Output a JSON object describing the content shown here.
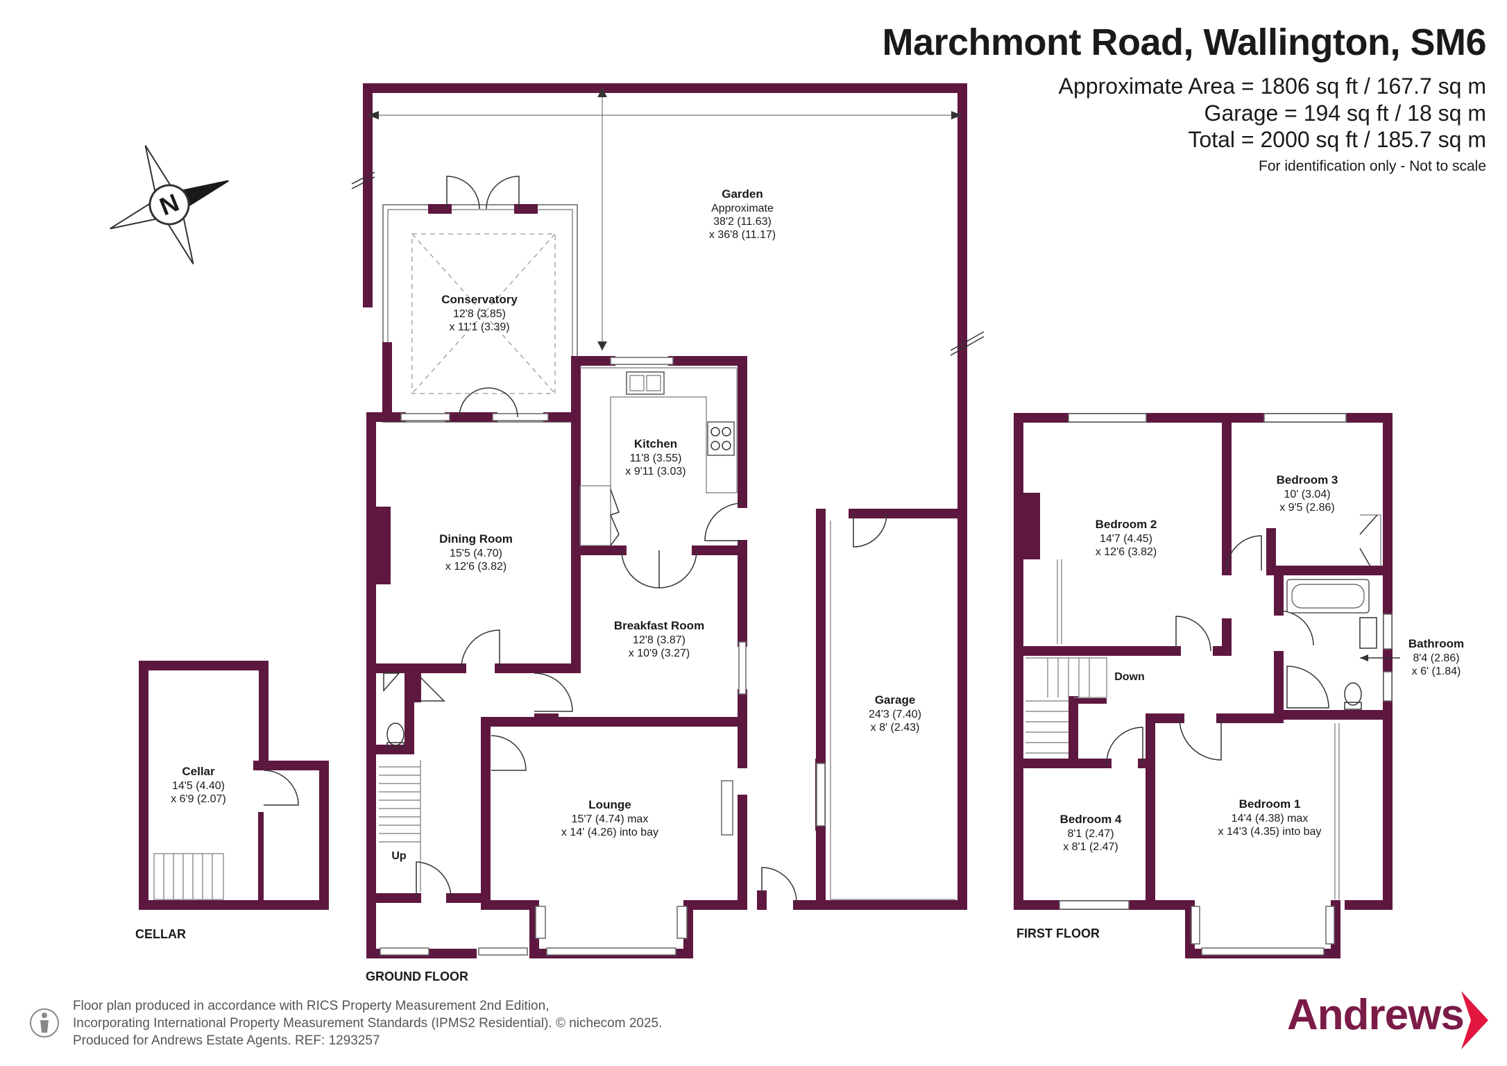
{
  "header": {
    "title": "Marchmont Road, Wallington, SM6",
    "area_lines": [
      "Approximate Area = 1806 sq ft / 167.7 sq m",
      "Garage = 194 sq ft / 18 sq m",
      "Total = 2000 sq ft / 185.7 sq m"
    ],
    "note": "For identification only - Not to scale"
  },
  "colors": {
    "wall": "#5e1840",
    "brand": "#7b1b47",
    "accent": "#e2173f"
  },
  "floors": {
    "cellar": "CELLAR",
    "ground": "GROUND FLOOR",
    "first": "FIRST FLOOR"
  },
  "rooms": {
    "garden": {
      "name": "Garden",
      "lines": [
        "Approximate",
        "38'2 (11.63)",
        "x 36'8 (11.17)"
      ]
    },
    "conservatory": {
      "name": "Conservatory",
      "lines": [
        "12'8 (3.85)",
        "x 11'1 (3.39)"
      ]
    },
    "kitchen": {
      "name": "Kitchen",
      "lines": [
        "11'8 (3.55)",
        "x 9'11 (3.03)"
      ]
    },
    "dining": {
      "name": "Dining Room",
      "lines": [
        "15'5 (4.70)",
        "x 12'6 (3.82)"
      ]
    },
    "breakfast": {
      "name": "Breakfast Room",
      "lines": [
        "12'8 (3.87)",
        "x 10'9 (3.27)"
      ]
    },
    "lounge": {
      "name": "Lounge",
      "lines": [
        "15'7 (4.74) max",
        "x 14' (4.26) into bay"
      ]
    },
    "garage": {
      "name": "Garage",
      "lines": [
        "24'3 (7.40)",
        "x 8' (2.43)"
      ]
    },
    "cellar": {
      "name": "Cellar",
      "lines": [
        "14'5 (4.40)",
        "x 6'9 (2.07)"
      ]
    },
    "bedroom2": {
      "name": "Bedroom 2",
      "lines": [
        "14'7 (4.45)",
        "x 12'6 (3.82)"
      ]
    },
    "bedroom3": {
      "name": "Bedroom 3",
      "lines": [
        "10' (3.04)",
        "x 9'5 (2.86)"
      ]
    },
    "bathroom": {
      "name": "Bathroom",
      "lines": [
        "8'4 (2.86)",
        "x 6' (1.84)"
      ]
    },
    "bedroom1": {
      "name": "Bedroom 1",
      "lines": [
        "14'4 (4.38) max",
        "x 14'3 (4.35) into bay"
      ]
    },
    "bedroom4": {
      "name": "Bedroom 4",
      "lines": [
        "8'1 (2.47)",
        "x 8'1 (2.47)"
      ]
    }
  },
  "stair_labels": {
    "up": "Up",
    "down": "Down"
  },
  "compass": {
    "letter": "N"
  },
  "footer": {
    "lines": [
      "Floor plan produced in accordance with RICS Property Measurement 2nd Edition,",
      "Incorporating International Property Measurement Standards (IPMS2 Residential).   © nichecom 2025.",
      "Produced for Andrews Estate Agents.    REF: 1293257"
    ]
  },
  "brand": {
    "name": "Andrews"
  }
}
